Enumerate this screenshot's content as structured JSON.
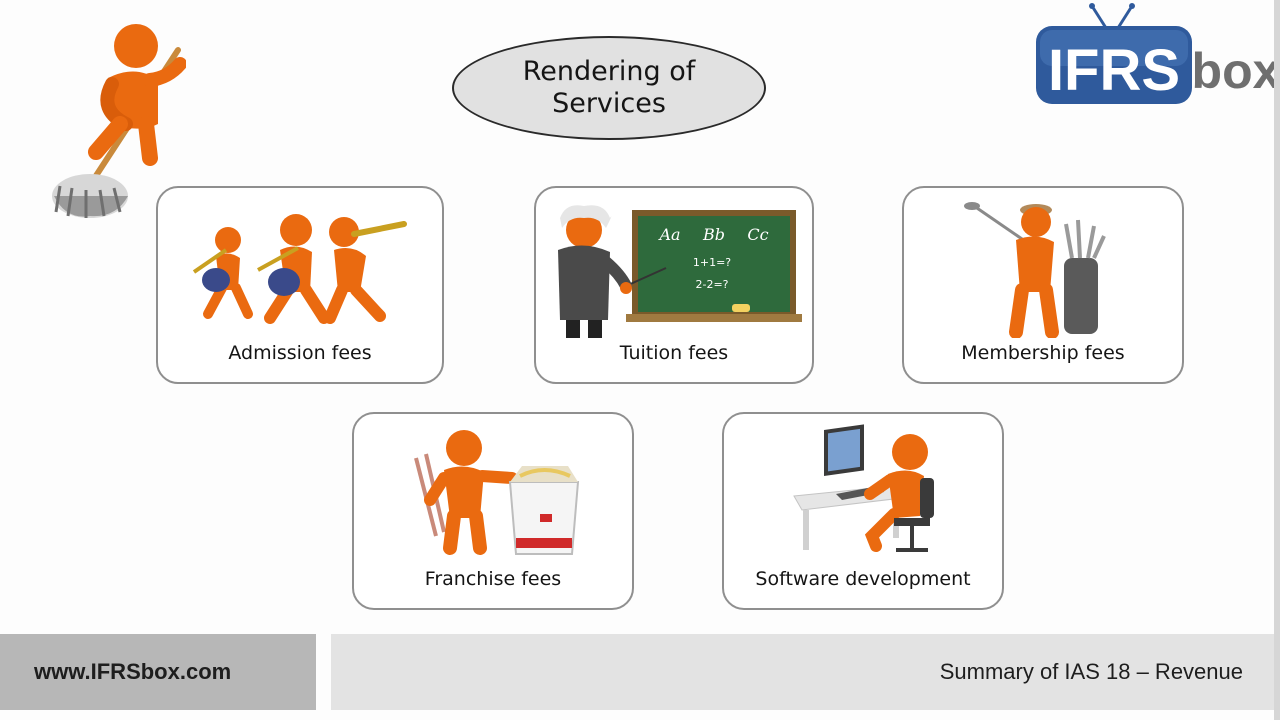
{
  "slide": {
    "title": "Rendering of Services",
    "items": [
      {
        "label": "Admission fees",
        "icon": "marching-band-icon"
      },
      {
        "label": "Tuition fees",
        "icon": "teacher-blackboard-icon"
      },
      {
        "label": "Membership fees",
        "icon": "golfer-icon"
      },
      {
        "label": "Franchise fees",
        "icon": "takeout-box-icon"
      },
      {
        "label": "Software development",
        "icon": "computer-worker-icon"
      }
    ],
    "blackboard": {
      "letters": [
        "Aa",
        "Bb",
        "Cc"
      ],
      "line1": "1+1=?",
      "line2": "2-2=?"
    }
  },
  "logo": {
    "part1": "IFRS",
    "part2": "box"
  },
  "footer": {
    "website": "www.IFRSbox.com",
    "topic": "Summary of IAS 18 – Revenue"
  },
  "colors": {
    "figure": "#ea6a10",
    "logo_blue": "#2f5a9c",
    "footer_left": "#b7b7b7",
    "footer_right": "#e3e3e3"
  }
}
